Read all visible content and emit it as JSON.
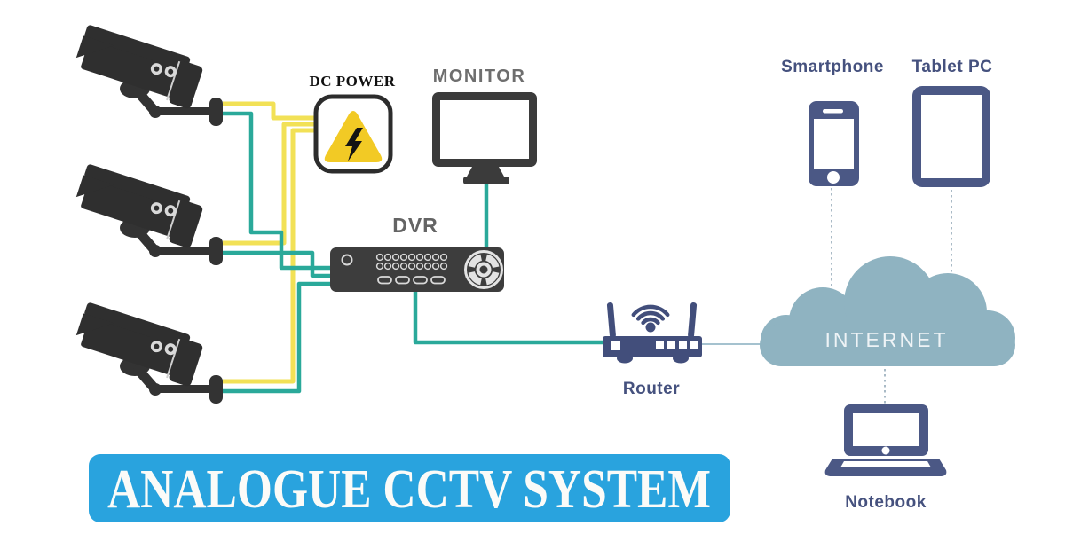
{
  "banner": {
    "label": "ANALOGUE CCTV SYSTEM",
    "bg_color": "#29a3de",
    "text_color": "#fbfbf8"
  },
  "nodes": {
    "cameras": {
      "count": 3,
      "icon": "cctv-camera-icon"
    },
    "dc_power": {
      "label": "DC POWER",
      "icon": "warning-lightning-icon"
    },
    "monitor": {
      "label": "MONITOR",
      "icon": "monitor-icon"
    },
    "dvr": {
      "label": "DVR",
      "icon": "dvr-recorder-icon"
    },
    "router": {
      "label": "Router",
      "icon": "wifi-router-icon"
    },
    "internet": {
      "label": "INTERNET",
      "icon": "cloud-icon"
    },
    "smartphone": {
      "label": "Smartphone",
      "icon": "smartphone-icon"
    },
    "tablet_pc": {
      "label": "Tablet PC",
      "icon": "tablet-icon"
    },
    "notebook": {
      "label": "Notebook",
      "icon": "notebook-icon"
    }
  },
  "connections": {
    "power_wire_color": "#f2e156",
    "video_wire_color": "#2aa99a",
    "dashed_link_color": "#a9bac6",
    "edges": [
      "camera-1 -> dc-power (power)",
      "camera-2 -> dc-power (power)",
      "camera-3 -> dc-power (power)",
      "camera-1 -> dvr (video)",
      "camera-2 -> dvr (video)",
      "camera-3 -> dvr (video)",
      "monitor -> dvr (video)",
      "dvr -> router (video)",
      "router -> internet (link)",
      "internet -> smartphone (dashed)",
      "internet -> tablet-pc (dashed)",
      "internet -> notebook (dashed)"
    ]
  },
  "palette": {
    "dark_device": "#333333",
    "dvr_body": "#3d3d3d",
    "navy_device": "#4b5885",
    "router_navy": "#424e7b",
    "label_navy": "#45517e",
    "label_gray": "#6a6a6a",
    "cloud": "#8fb3c1",
    "warning_yellow": "#f2ca25"
  }
}
